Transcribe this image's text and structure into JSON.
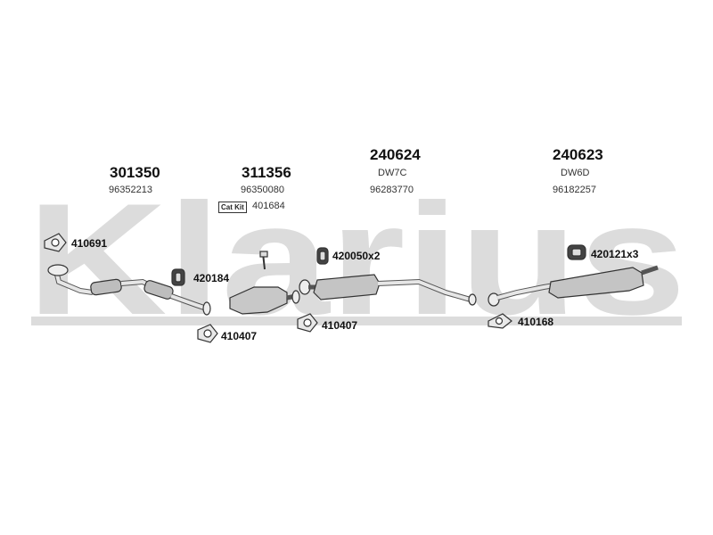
{
  "brand": {
    "logo_text": "Klarius"
  },
  "groups": [
    {
      "part": "301350",
      "subtitle": "",
      "ref": "96352213"
    },
    {
      "part": "311356",
      "subtitle": "",
      "ref": "96350080"
    },
    {
      "part": "240624",
      "subtitle": "DW7C",
      "ref": "96283770"
    },
    {
      "part": "240623",
      "subtitle": "DW6D",
      "ref": "96182257"
    }
  ],
  "cat_kit": {
    "label": "Cat Kit",
    "code": "401684"
  },
  "fittings": {
    "gasket_front": "410691",
    "mount_1": "420184",
    "clamp_1": "410407",
    "mount_2": "420050x2",
    "clamp_2": "410407",
    "gasket_rear": "410168",
    "mount_3": "420121x3"
  },
  "colors": {
    "watermark": "#dcdcdc",
    "line": "#333333",
    "part_fill": "#cfcfcf"
  }
}
